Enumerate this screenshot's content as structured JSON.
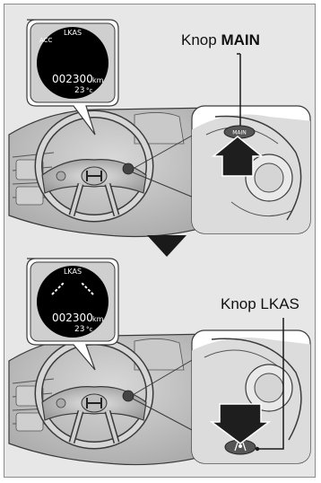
{
  "top_panel": {
    "display": {
      "title": "LKAS",
      "status_indicator": "ACC",
      "odometer_value": "002300",
      "odometer_unit": "km",
      "temperature": "23",
      "temperature_unit": "°c"
    },
    "callout": {
      "prefix": "Knop ",
      "emphasis": "MAIN"
    },
    "button_label": "MAIN"
  },
  "bottom_panel": {
    "display": {
      "title": "LKAS",
      "odometer_value": "002300",
      "odometer_unit": "km",
      "temperature": "23",
      "temperature_unit": "°c"
    },
    "callout": {
      "text": "Knop LKAS"
    }
  },
  "colors": {
    "background": "#e7e7e7",
    "display": "#000000",
    "dashboard": "#bdbdbd",
    "line_art": "#3a3a3a",
    "arrow": "#222222"
  },
  "icons": [
    "down-arrow-icon",
    "press-arrow-icon",
    "lane-keeping-icon",
    "honda-logo-icon"
  ]
}
